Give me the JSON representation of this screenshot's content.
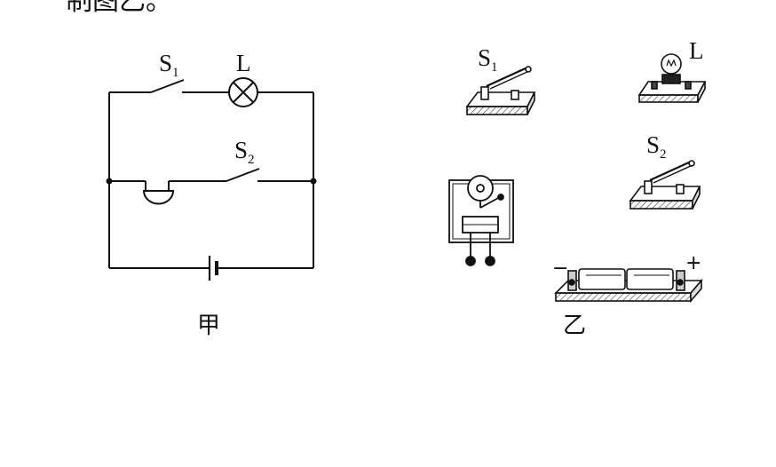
{
  "top_text": "制图乙。",
  "figure_a": {
    "caption": "甲",
    "labels": {
      "s1": {
        "main": "S",
        "sub": "1"
      },
      "s2": {
        "main": "S",
        "sub": "2"
      },
      "lamp": "L"
    }
  },
  "figure_b": {
    "caption": "乙",
    "labels": {
      "s1": {
        "main": "S",
        "sub": "1"
      },
      "s2": {
        "main": "S",
        "sub": "2"
      },
      "lamp": "L"
    },
    "battery_minus": "−",
    "battery_plus": "+"
  },
  "colors": {
    "ink": "#111111",
    "paper": "#ffffff",
    "hatch": "#555555"
  }
}
